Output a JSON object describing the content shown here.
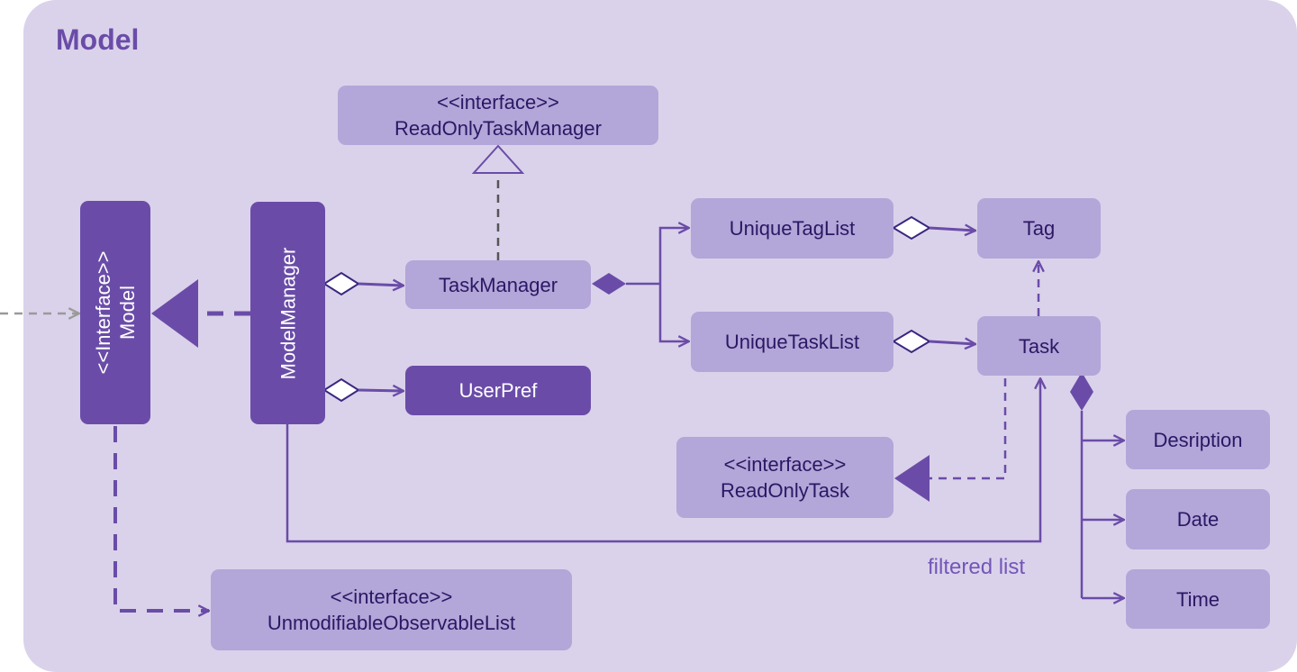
{
  "diagram": {
    "title": "Model",
    "colors": {
      "frame": "#dad2ea",
      "light_box": "#b3a6d8",
      "dark_box": "#6a4ca8",
      "line": "#6a4ca8",
      "text_dark": "#2a1865"
    },
    "nodes": {
      "model": {
        "stereotype": "<<Interface>>",
        "name": "Model"
      },
      "model_manager": {
        "name": "ModelManager"
      },
      "read_only_task_manager": {
        "stereotype": "<<interface>>",
        "name": "ReadOnlyTaskManager"
      },
      "task_manager": {
        "name": "TaskManager"
      },
      "user_pref": {
        "name": "UserPref"
      },
      "unique_tag_list": {
        "name": "UniqueTagList"
      },
      "unique_task_list": {
        "name": "UniqueTaskList"
      },
      "tag": {
        "name": "Tag"
      },
      "task": {
        "name": "Task"
      },
      "read_only_task": {
        "stereotype": "<<interface>>",
        "name": "ReadOnlyTask"
      },
      "description": {
        "name": "Desription"
      },
      "date": {
        "name": "Date"
      },
      "time": {
        "name": "Time"
      },
      "unmodifiable_list": {
        "stereotype": "<<interface>>",
        "name": "UnmodifiableObservableList"
      }
    },
    "edge_labels": {
      "filtered_list": "filtered list"
    }
  }
}
